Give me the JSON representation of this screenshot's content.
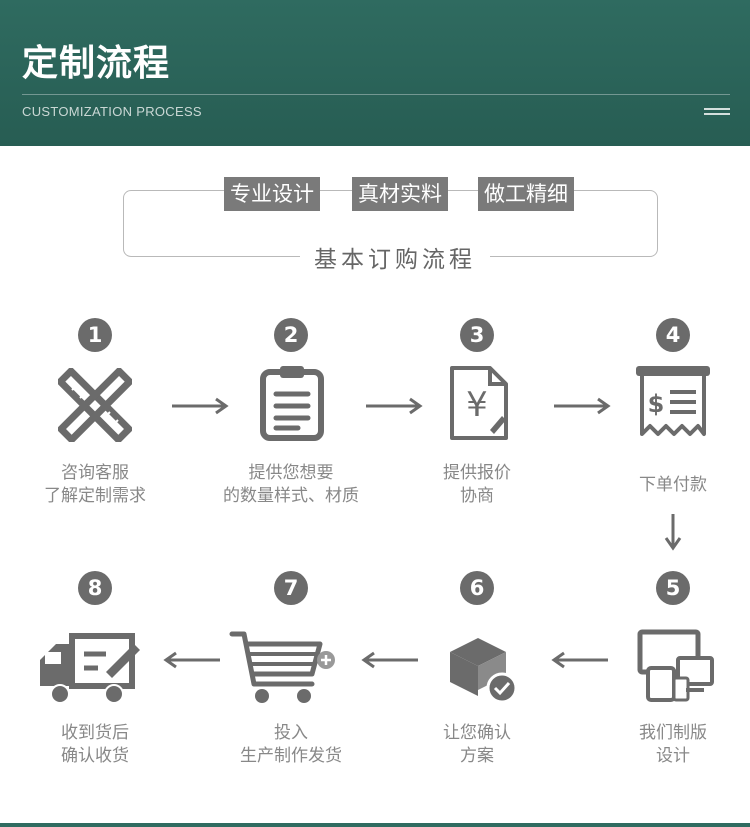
{
  "header": {
    "title": "定制流程",
    "subtitle": "CUSTOMIZATION PROCESS",
    "menu_icon": "menu-icon"
  },
  "features": [
    "专业设计",
    "真材实料",
    "做工精细"
  ],
  "process_title": "基本订购流程",
  "steps": [
    {
      "number": "1",
      "icon": "design-tools-icon",
      "label_line1": "咨询客服",
      "label_line2": "了解定制需求"
    },
    {
      "number": "2",
      "icon": "clipboard-icon",
      "label_line1": "提供您想要",
      "label_line2": "的数量样式、材质"
    },
    {
      "number": "3",
      "icon": "price-document-icon",
      "label_line1": "提供报价",
      "label_line2": "协商"
    },
    {
      "number": "4",
      "icon": "receipt-icon",
      "label_line1": "下单付款",
      "label_line2": ""
    },
    {
      "number": "5",
      "icon": "devices-icon",
      "label_line1": "我们制版",
      "label_line2": "设计"
    },
    {
      "number": "6",
      "icon": "approved-box-icon",
      "label_line1": "让您确认",
      "label_line2": "方案"
    },
    {
      "number": "7",
      "icon": "shopping-cart-icon",
      "label_line1": "投入",
      "label_line2": "生产制作发货"
    },
    {
      "number": "8",
      "icon": "delivery-truck-icon",
      "label_line1": "收到货后",
      "label_line2": "确认收货"
    }
  ],
  "colors": {
    "banner": "#2f6b60",
    "icon": "#6b6b6b",
    "text": "#888888"
  }
}
